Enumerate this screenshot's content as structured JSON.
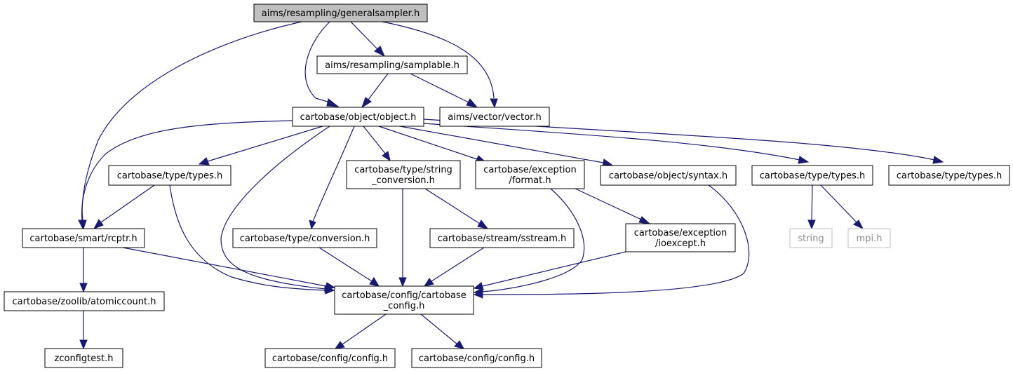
{
  "diagram": {
    "colors": {
      "edge": "#191970",
      "node_border": "#000000",
      "root_fill": "#bfbfbf",
      "external_border": "#bfbfbf",
      "external_text": "#8c8c8c"
    },
    "nodes": [
      {
        "id": "n0",
        "lines": [
          "aims/resampling/generalsampler.h"
        ],
        "style": "root"
      },
      {
        "id": "n1",
        "lines": [
          "aims/resampling/samplable.h"
        ],
        "style": "normal"
      },
      {
        "id": "n2",
        "lines": [
          "cartobase/object/object.h"
        ],
        "style": "normal"
      },
      {
        "id": "n3",
        "lines": [
          "aims/vector/vector.h"
        ],
        "style": "normal"
      },
      {
        "id": "n4",
        "lines": [
          "cartobase/type/types.h"
        ],
        "style": "normal"
      },
      {
        "id": "n5",
        "lines": [
          "cartobase/type/string",
          "_conversion.h"
        ],
        "style": "normal"
      },
      {
        "id": "n6",
        "lines": [
          "cartobase/exception",
          "/format.h"
        ],
        "style": "normal"
      },
      {
        "id": "n7",
        "lines": [
          "cartobase/object/syntax.h"
        ],
        "style": "normal"
      },
      {
        "id": "n8",
        "lines": [
          "cartobase/type/types.h"
        ],
        "style": "normal"
      },
      {
        "id": "n9",
        "lines": [
          "cartobase/type/types.h"
        ],
        "style": "normal"
      },
      {
        "id": "n10",
        "lines": [
          "cartobase/smart/rcptr.h"
        ],
        "style": "normal"
      },
      {
        "id": "n11",
        "lines": [
          "cartobase/type/conversion.h"
        ],
        "style": "normal"
      },
      {
        "id": "n12",
        "lines": [
          "cartobase/stream/sstream.h"
        ],
        "style": "normal"
      },
      {
        "id": "n13",
        "lines": [
          "cartobase/exception",
          "/ioexcept.h"
        ],
        "style": "normal"
      },
      {
        "id": "n14",
        "lines": [
          "string"
        ],
        "style": "external"
      },
      {
        "id": "n15",
        "lines": [
          "mpi.h"
        ],
        "style": "external"
      },
      {
        "id": "n16",
        "lines": [
          "cartobase/zoolib/atomiccount.h"
        ],
        "style": "normal"
      },
      {
        "id": "n17",
        "lines": [
          "cartobase/config/cartobase",
          "_config.h"
        ],
        "style": "normal"
      },
      {
        "id": "n18",
        "lines": [
          "zconfigtest.h"
        ],
        "style": "normal"
      },
      {
        "id": "n19",
        "lines": [
          "cartobase/config/config.h"
        ],
        "style": "normal"
      },
      {
        "id": "n20",
        "lines": [
          "cartobase/config/config.h"
        ],
        "style": "normal"
      }
    ],
    "edges": [
      {
        "from": "n0",
        "to": "n1"
      },
      {
        "from": "n0",
        "to": "n2"
      },
      {
        "from": "n0",
        "to": "n3"
      },
      {
        "from": "n0",
        "to": "n10"
      },
      {
        "from": "n1",
        "to": "n2"
      },
      {
        "from": "n1",
        "to": "n3"
      },
      {
        "from": "n2",
        "to": "n10"
      },
      {
        "from": "n2",
        "to": "n4"
      },
      {
        "from": "n2",
        "to": "n17"
      },
      {
        "from": "n2",
        "to": "n11"
      },
      {
        "from": "n2",
        "to": "n5"
      },
      {
        "from": "n2",
        "to": "n6"
      },
      {
        "from": "n2",
        "to": "n7"
      },
      {
        "from": "n2",
        "to": "n8"
      },
      {
        "from": "n2",
        "to": "n9"
      },
      {
        "from": "n4",
        "to": "n10"
      },
      {
        "from": "n4",
        "to": "n17"
      },
      {
        "from": "n5",
        "to": "n17"
      },
      {
        "from": "n5",
        "to": "n12"
      },
      {
        "from": "n6",
        "to": "n17"
      },
      {
        "from": "n6",
        "to": "n13"
      },
      {
        "from": "n7",
        "to": "n17"
      },
      {
        "from": "n8",
        "to": "n14"
      },
      {
        "from": "n8",
        "to": "n15"
      },
      {
        "from": "n10",
        "to": "n16"
      },
      {
        "from": "n10",
        "to": "n17"
      },
      {
        "from": "n11",
        "to": "n17"
      },
      {
        "from": "n12",
        "to": "n17"
      },
      {
        "from": "n13",
        "to": "n17"
      },
      {
        "from": "n16",
        "to": "n18"
      },
      {
        "from": "n17",
        "to": "n19"
      },
      {
        "from": "n17",
        "to": "n20"
      }
    ]
  }
}
